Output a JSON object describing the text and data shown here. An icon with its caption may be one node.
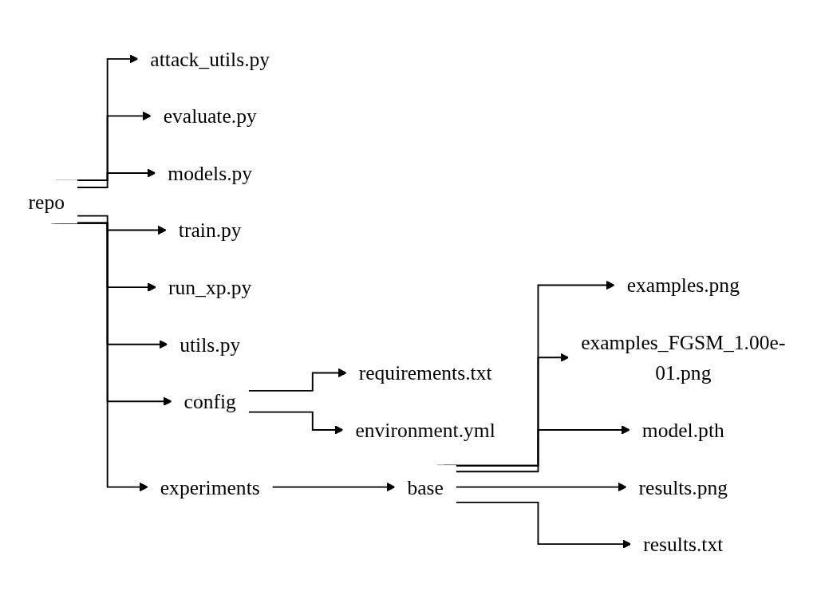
{
  "diagram": {
    "nodes": [
      {
        "text": [
          "repo"
        ]
      },
      {
        "text": [
          "attack_utils.py"
        ]
      },
      {
        "text": [
          "evaluate.py"
        ]
      },
      {
        "text": [
          "models.py"
        ]
      },
      {
        "text": [
          "train.py"
        ]
      },
      {
        "text": [
          "run_xp.py"
        ]
      },
      {
        "text": [
          "utils.py"
        ]
      },
      {
        "text": [
          "config"
        ]
      },
      {
        "text": [
          "requirements.txt"
        ]
      },
      {
        "text": [
          "environment.yml"
        ]
      },
      {
        "text": [
          "experiments"
        ]
      },
      {
        "text": [
          "base"
        ]
      },
      {
        "text": [
          "examples.png"
        ]
      },
      {
        "text": [
          "examples_FGSM_1.00e-01.png"
        ]
      },
      {
        "text": [
          "model.pth"
        ]
      },
      {
        "text": [
          "results.png"
        ]
      },
      {
        "text": [
          "results.txt"
        ]
      }
    ],
    "edges": [
      {
        "from": 0,
        "to": 1,
        "arrow": "to"
      },
      {
        "from": 0,
        "to": 2,
        "arrow": "to"
      },
      {
        "from": 0,
        "to": 3,
        "arrow": "to"
      },
      {
        "from": 0,
        "to": 4,
        "arrow": "to"
      },
      {
        "from": 0,
        "to": 5,
        "arrow": "to"
      },
      {
        "from": 0,
        "to": 6,
        "arrow": "to"
      },
      {
        "from": 0,
        "to": 7,
        "arrow": "to"
      },
      {
        "from": 0,
        "to": 10,
        "arrow": "to"
      },
      {
        "from": 7,
        "to": 8,
        "arrow": "to"
      },
      {
        "from": 7,
        "to": 9,
        "arrow": "to"
      },
      {
        "from": 10,
        "to": 11,
        "arrow": "to"
      },
      {
        "from": 11,
        "to": 12,
        "arrow": "to"
      },
      {
        "from": 11,
        "to": 13,
        "arrow": "to"
      },
      {
        "from": 11,
        "to": 14,
        "arrow": "to"
      },
      {
        "from": 11,
        "to": 15,
        "arrow": "to"
      },
      {
        "from": 11,
        "to": 16,
        "arrow": "to"
      }
    ]
  }
}
